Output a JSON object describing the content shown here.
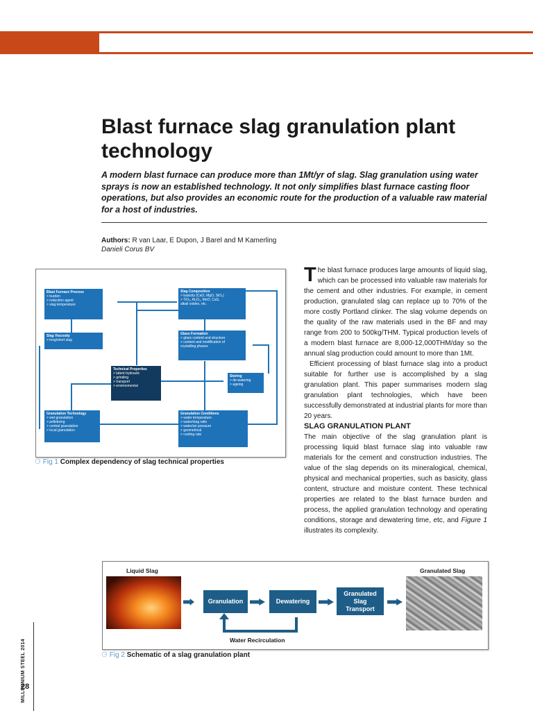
{
  "title": "Blast furnace slag granulation plant technology",
  "standfirst": "A modern blast furnace can produce more than 1Mt/yr of slag. Slag granulation using water sprays is now an established technology. It not only simplifies blast furnace casting floor operations, but also provides an economic route for the production of a valuable raw material for a host of industries.",
  "authors_label": "Authors:",
  "authors": "R van Laar, E Dupon, J Barel and M Kamerling",
  "company": "Danieli Corus BV",
  "fig1": {
    "caption_num": "Fig 1",
    "caption": "Complex dependency of slag technical properties",
    "boxes": {
      "bfp": {
        "title": "Blast Furnace Process",
        "items": [
          "> burden",
          "> reduction agent",
          "> slag temperature"
        ]
      },
      "sc": {
        "title": "Slag Composition",
        "items": [
          "> basicity (CaO, MgO, SiO₂)",
          "> TiO₂, Al₂O₃, MnO, CaS,",
          "alkali oxides, etc."
        ]
      },
      "sv": {
        "title": "Slag Viscosity",
        "items": [
          "> long/short slag"
        ]
      },
      "gf": {
        "title": "Glass Formation",
        "items": [
          "> glass content and structure",
          "> content and modification of",
          "crystalling phases"
        ]
      },
      "tp": {
        "title": "Technical Properties",
        "items": [
          "> latent-hydraulic",
          "> grinding",
          "> transport",
          "> environmental"
        ]
      },
      "st": {
        "title": "Storing",
        "items": [
          "> de-watering",
          "> ageing"
        ]
      },
      "gt": {
        "title": "Granulation Technology",
        "items": [
          "> wet granulation",
          "> pelletizing",
          "> central granulation",
          "> local granulation"
        ]
      },
      "gc": {
        "title": "Granulation Conditions",
        "items": [
          "> water temperature",
          "> water/slag ratio",
          "> water/air pressure",
          "> geometrical",
          "> cooling rate"
        ]
      }
    }
  },
  "body": {
    "dropcap": "T",
    "p1": "he blast furnace produces large amounts of liquid slag, which can be processed into valuable raw materials for the cement and other industries. For example, in cement production, granulated slag can replace up to 70% of the more costly Portland clinker. The slag volume depends on the quality of the raw materials used in the BF and may range from 200 to 500kg/THM. Typical production levels of a modern blast furnace are 8,000-12,000THM/day so the annual slag production could amount to more than 1Mt.",
    "p2": "Efficient processing of blast furnace slag into a product suitable for further use is accomplished by a slag granulation plant. This paper summarises modern slag granulation plant technologies, which have been successfully demonstrated at industrial plants for more than 20 years.",
    "heading": "SLAG GRANULATION PLANT",
    "p3a": "The main objective of the slag granulation plant is processing liquid blast furnace slag into valuable raw materials for the cement and construction industries. The value of the slag depends on its mineralogical, chemical, physical and mechanical properties, such as basicity, glass content, structure and moisture content. These technical properties are related to the blast furnace burden and process, the applied granulation technology and operating conditions, storage and dewatering time, etc, and ",
    "p3ref": "Figure 1",
    "p3b": " illustrates its complexity."
  },
  "fig2": {
    "liquid_slag": "Liquid Slag",
    "granulated_slag": "Granulated Slag",
    "granulation": "Granulation",
    "dewatering": "Dewatering",
    "transport": "Granulated Slag Transport",
    "recirculation": "Water Recirculation",
    "caption_num": "Fig 2",
    "caption": "Schematic of a slag granulation plant"
  },
  "sidebar": {
    "publication": "MILLENNIUM STEEL 2014",
    "page": "28"
  },
  "colors": {
    "accent": "#c8481a",
    "box_blue": "#1e72b8",
    "box_dark": "#12395e",
    "process_blue": "#1e5d87"
  }
}
